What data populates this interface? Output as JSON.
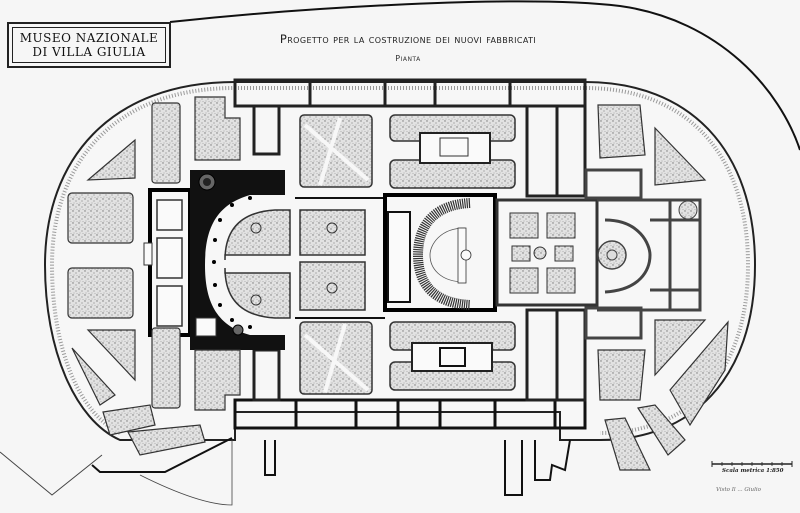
{
  "cartouche": {
    "line1": "MUSEO NAZIONALE",
    "line2": "DI VILLA GIULIA"
  },
  "header": {
    "title": "Progetto per la costruzione dei nuovi fabbricati",
    "subtitle": "Pianta"
  },
  "scale_bar": {
    "label": "Scala metrica 1:850"
  },
  "signature": "Visto Il ... Giulio",
  "colors": {
    "ink": "#1a1a1a",
    "paper": "#f6f6f6",
    "garden_fill": "#d8d8d8",
    "stipple": "#9a9a9a"
  },
  "plan_sections": [
    "west-exedra-pavilion",
    "central-gardens",
    "nymphaeum-hemicycle",
    "east-courtyard-garden",
    "east-pavilion",
    "north-gallery",
    "south-gallery",
    "oval-perimeter-garden"
  ]
}
